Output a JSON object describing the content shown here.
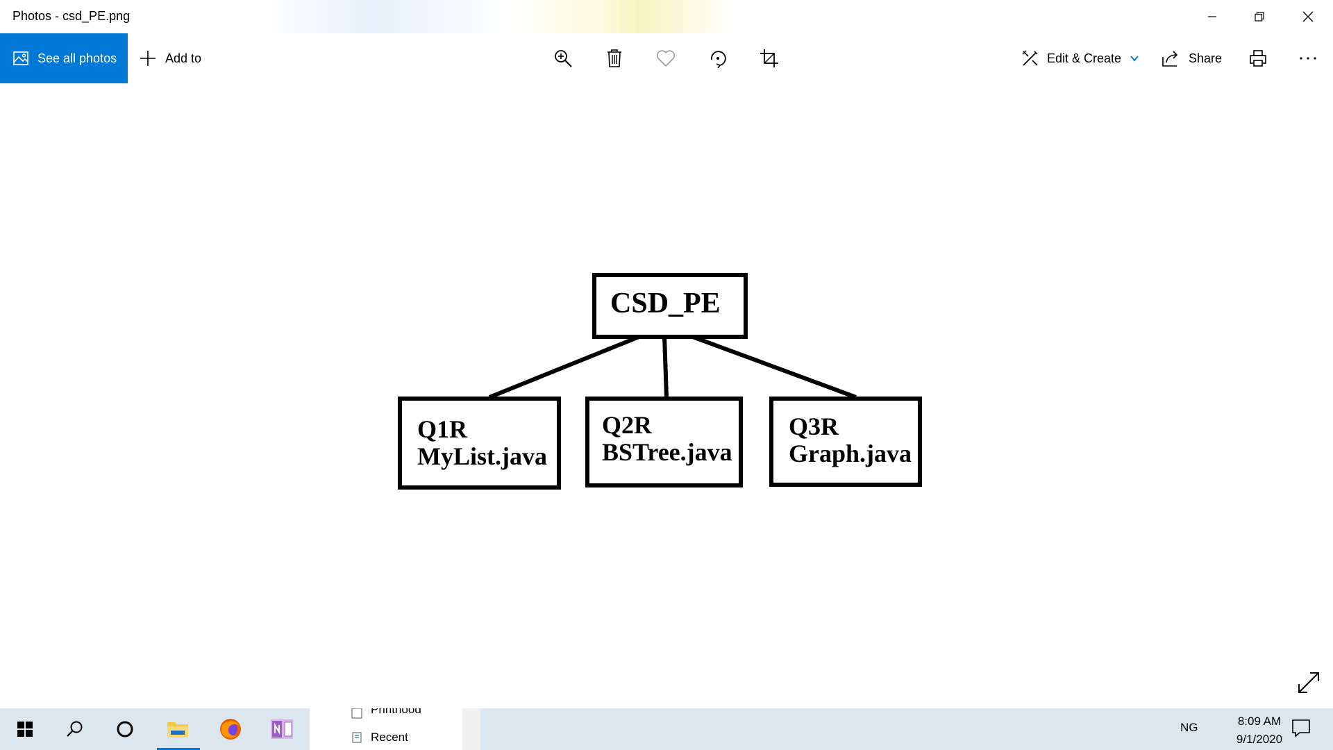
{
  "window": {
    "title": "Photos - csd_PE.png",
    "minimize_icon": "minimize-icon",
    "restore_icon": "restore-icon",
    "close_icon": "close-icon"
  },
  "toolbar": {
    "see_all_photos": "See all photos",
    "add_to": "Add to",
    "edit_create": "Edit & Create",
    "share": "Share",
    "tools": [
      "zoom-in-icon",
      "delete-icon",
      "favorite-icon",
      "rotate-icon",
      "crop-icon",
      "print-icon",
      "more-icon"
    ],
    "accent_color": "#0078d7"
  },
  "diagram": {
    "root": "CSD_PE",
    "children": [
      {
        "line1": "Q1R",
        "line2": "MyList.java"
      },
      {
        "line1": "Q2R",
        "line2": "BSTree.java"
      },
      {
        "line1": "Q3R",
        "line2": "Graph.java"
      }
    ]
  },
  "taskbar": {
    "apps": [
      "windows-start-icon",
      "search-icon",
      "cortana-icon",
      "file-explorer-icon",
      "firefox-icon",
      "onenote-icon"
    ],
    "popup_items": [
      "Printhood",
      "Recent"
    ],
    "language": "NG",
    "time": "8:09 AM",
    "date": "9/1/2020"
  }
}
